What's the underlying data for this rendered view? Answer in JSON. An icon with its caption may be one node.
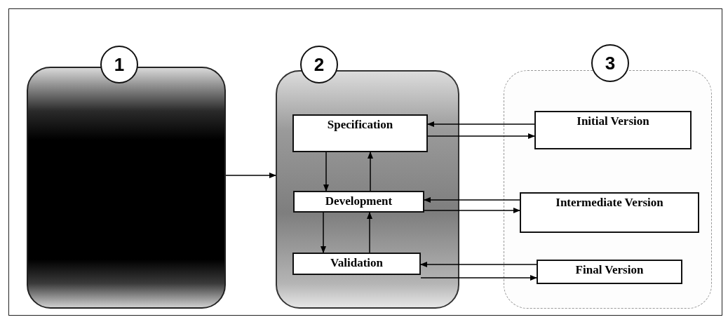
{
  "diagram": {
    "nodes": [
      {
        "text": [],
        "shape": "box"
      },
      {
        "text": [
          "1"
        ]
      },
      {
        "text": [],
        "shape": "box"
      },
      {
        "text": [
          "2"
        ]
      },
      {
        "text": [
          "Specification"
        ],
        "in": 2
      },
      {
        "text": [
          "Development"
        ],
        "in": 2
      },
      {
        "text": [
          "Validation"
        ],
        "in": 2
      },
      {
        "text": [],
        "shape": "box"
      },
      {
        "text": [
          "3"
        ]
      },
      {
        "text": [
          "Initial Version"
        ],
        "in": 7
      },
      {
        "text": [
          "Intermediate Version"
        ],
        "in": 7
      },
      {
        "text": [
          "Final Version"
        ],
        "in": 7
      }
    ],
    "edges": [
      {
        "from": 0,
        "to": 2,
        "arrow": "to"
      },
      {
        "from": 4,
        "to": 5,
        "arrow": "to"
      },
      {
        "from": 5,
        "to": 4,
        "arrow": "to"
      },
      {
        "from": 5,
        "to": 6,
        "arrow": "to"
      },
      {
        "from": 6,
        "to": 5,
        "arrow": "to"
      },
      {
        "from": 9,
        "to": 4,
        "arrow": "to"
      },
      {
        "from": 4,
        "to": 9,
        "arrow": "to"
      },
      {
        "from": 10,
        "to": 5,
        "arrow": "to"
      },
      {
        "from": 5,
        "to": 10,
        "arrow": "to"
      },
      {
        "from": 11,
        "to": 6,
        "arrow": "to"
      },
      {
        "from": 6,
        "to": 11,
        "arrow": "to"
      }
    ]
  }
}
